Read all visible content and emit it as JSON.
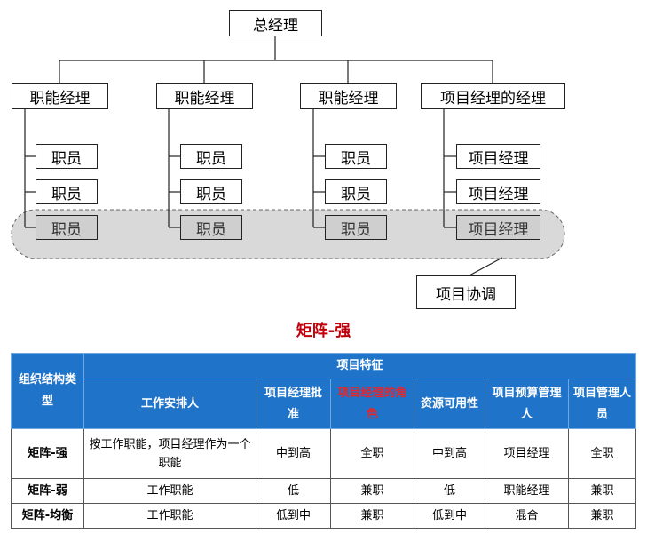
{
  "org_chart": {
    "top": "总经理",
    "managers": [
      "职能经理",
      "职能经理",
      "职能经理",
      "项目经理的经理"
    ],
    "staff": [
      [
        "职员",
        "职员",
        "职员"
      ],
      [
        "职员",
        "职员",
        "职员"
      ],
      [
        "职员",
        "职员",
        "职员"
      ],
      [
        "项目经理",
        "项目经理",
        "项目经理"
      ]
    ],
    "coordination_label": "项目协调"
  },
  "matrix_title": "矩阵-强",
  "table": {
    "header_org_type": "组织结构类型",
    "header_project_features": "项目特征",
    "sub_headers": [
      "工作安排人",
      "项目经理批准",
      "项目经理的角色",
      "资源可用性",
      "项目预算管理人",
      "项目管理人员"
    ],
    "rows": [
      {
        "type": "矩阵-强",
        "cells": [
          "按工作职能，项目经理作为一个职能",
          "中到高",
          "全职",
          "中到高",
          "项目经理",
          "全职"
        ]
      },
      {
        "type": "矩阵-弱",
        "cells": [
          "工作职能",
          "低",
          "兼职",
          "低",
          "职能经理",
          "兼职"
        ]
      },
      {
        "type": "矩阵-均衡",
        "cells": [
          "工作职能",
          "低到中",
          "兼职",
          "低到中",
          "混合",
          "兼职"
        ]
      }
    ]
  },
  "colors": {
    "header_bg": "#1f74c9",
    "title_red": "#c0000a",
    "highlight_red": "#e8242a",
    "band_grey": "#cfcfcf"
  }
}
